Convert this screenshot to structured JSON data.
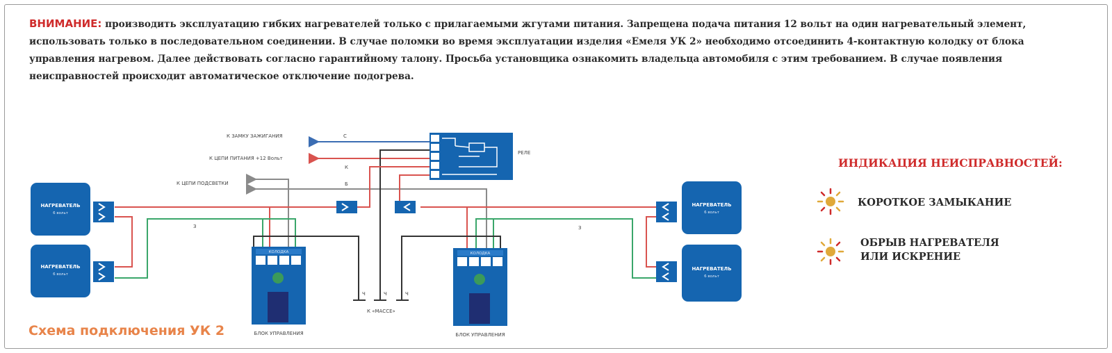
{
  "warning": {
    "label": "ВНИМАНИЕ:",
    "text": " производить эксплуатацию гибких нагревателей только с прилагаемыми жгутами питания. Запрещена подача питания 12 вольт на один нагревательный элемент, использовать только в последовательном соединении. В случае поломки во время эксплуатации изделия «Емеля УК 2» необходимо отсоединить 4-контактную колодку от блока управления нагревом. Далее действовать согласно гарантийному талону. Просьба установщика ознакомить владельца автомобиля с этим требованием. В случае появления неисправностей происходит автоматическое отключение подогрева."
  },
  "diagram": {
    "title": "Схема подключения УК 2",
    "relay_label": "РЕЛЕ",
    "to_ignition": "К ЗАМКУ ЗАЖИГАНИЯ",
    "to_power": "К ЦЕПИ ПИТАНИЯ +12 Вольт",
    "to_backlight": "К ЦЕПИ ПОДСВЕТКИ",
    "wire_c": "С",
    "wire_k": "К",
    "wire_b": "Б",
    "wire_z1": "З",
    "wire_z2": "З",
    "ground_label": "К «МАССЕ»",
    "ground_marks": [
      "Ч",
      "Ч",
      "Ч"
    ],
    "heater_name": "НАГРЕВАТЕЛЬ",
    "heater_volts": "6 вольт",
    "block_label": "БЛОК УПРАВЛЕНИЯ",
    "connector_label": "КОЛОДКА"
  },
  "indication": {
    "title": "ИНДИКАЦИЯ НЕИСПРАВНОСТЕЙ:",
    "items": [
      {
        "lines": [
          "КОРОТКОЕ ЗАМЫКАНИЕ"
        ]
      },
      {
        "lines": [
          "ОБРЫВ НАГРЕВАТЕЛЯ",
          "ИЛИ ИСКРЕНИЕ"
        ]
      }
    ]
  },
  "colors": {
    "red_wire": "#d9534f",
    "green_wire": "#3aa66a",
    "blue_wire": "#3b6db3",
    "gray_wire": "#8a8a8a",
    "black_wire": "#333333",
    "component_blue": "#1565b0",
    "title_orange": "#e8844a",
    "warning_red": "#cf2b2b"
  }
}
